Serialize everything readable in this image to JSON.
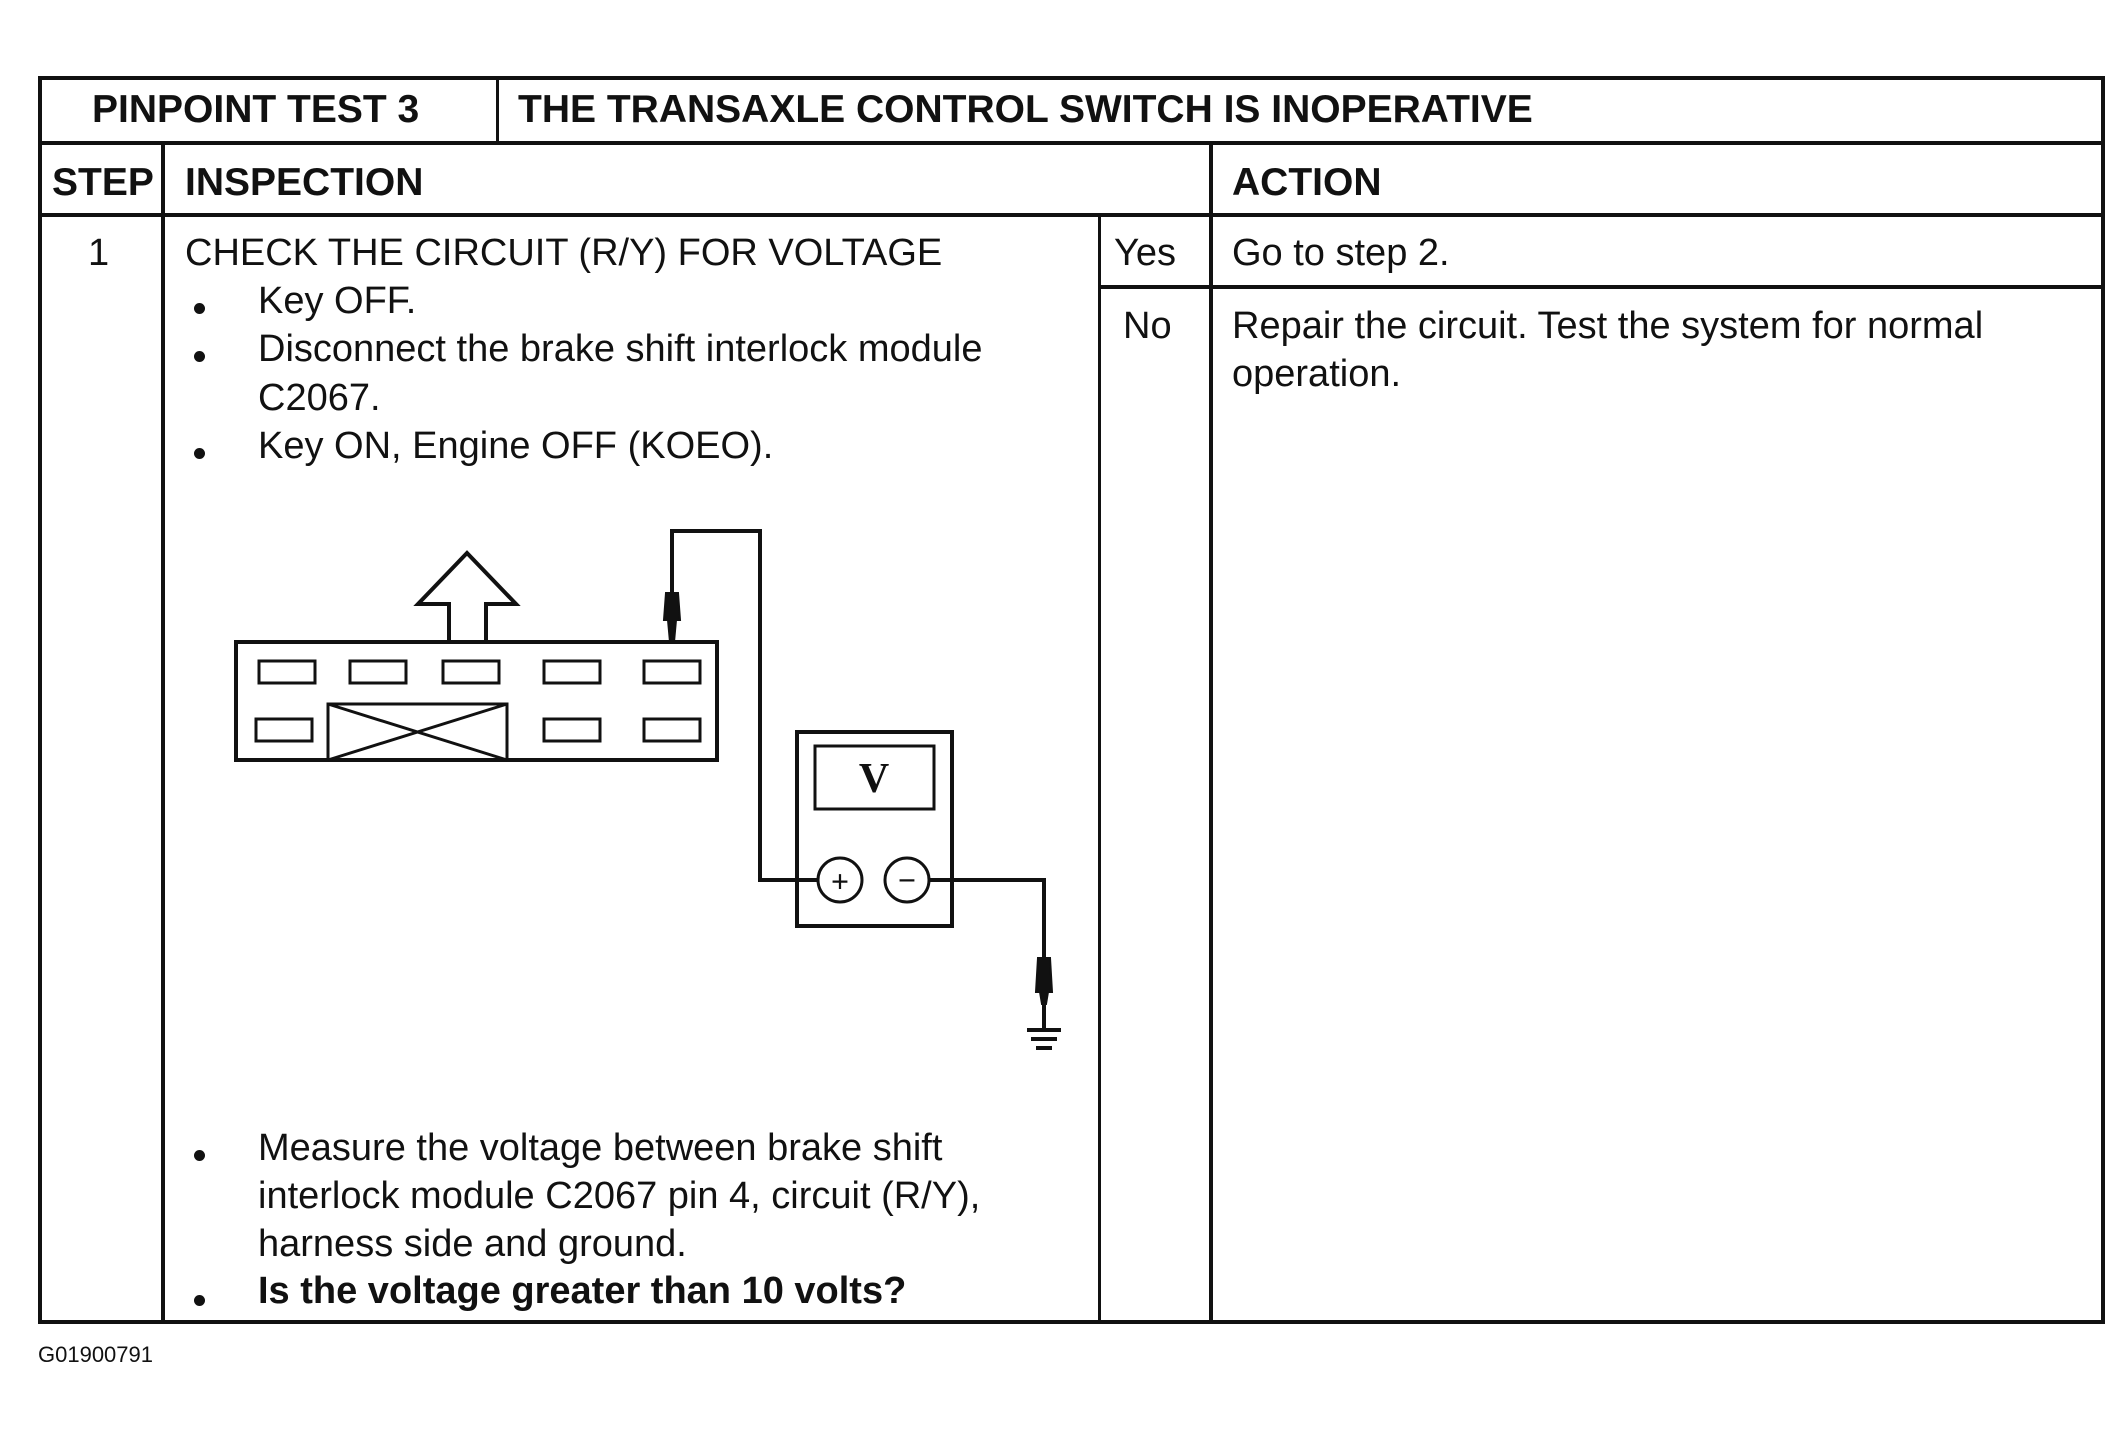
{
  "title_row": {
    "test_label": "PINPOINT TEST 3",
    "test_title": "THE TRANSAXLE CONTROL SWITCH IS INOPERATIVE"
  },
  "header_row": {
    "step": "STEP",
    "inspection": "INSPECTION",
    "action": "ACTION"
  },
  "step_1": {
    "number": "1",
    "heading": "CHECK THE CIRCUIT (R/Y) FOR VOLTAGE",
    "bullets_top": [
      {
        "lines": [
          "Key OFF."
        ]
      },
      {
        "lines": [
          "Disconnect the brake shift interlock module",
          "C2067."
        ]
      },
      {
        "lines": [
          "Key ON, Engine OFF (KOEO)."
        ]
      }
    ],
    "bullets_bottom": [
      {
        "lines": [
          "Measure the voltage between brake shift",
          "interlock module C2067 pin 4, circuit (R/Y),",
          "harness side and ground."
        ]
      },
      {
        "lines": [
          "Is the voltage greater than 10 volts?"
        ],
        "bold": true
      }
    ],
    "diagram": {
      "meter_label": "V",
      "plus_symbol": "+",
      "minus_symbol": "−"
    },
    "results": [
      {
        "answer": "Yes",
        "action_lines": [
          "Go to step 2."
        ]
      },
      {
        "answer": "No",
        "action_lines": [
          "Repair the circuit.  Test the system for normal",
          "operation."
        ]
      }
    ]
  },
  "figure_code": "G01900791"
}
